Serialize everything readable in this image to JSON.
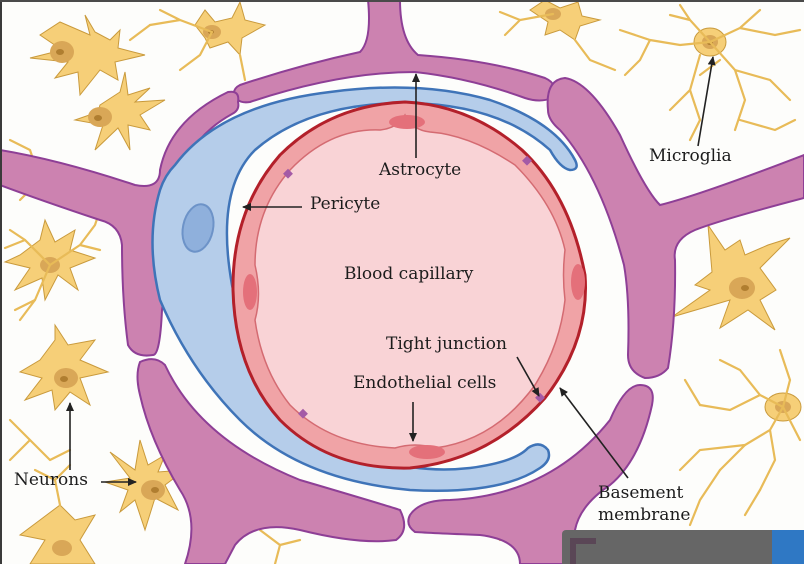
{
  "diagram": {
    "title": "Blood-brain barrier cross-section",
    "labels": {
      "astrocyte": "Astrocyte",
      "pericyte": "Pericyte",
      "blood_capillary": "Blood capillary",
      "tight_junction": "Tight junction",
      "endothelial_cells": "Endothelial cells",
      "microglia": "Microglia",
      "neurons": "Neurons",
      "basement_membrane_line1": "Basement",
      "basement_membrane_line2": "membrane"
    },
    "colors": {
      "background": "#fdfdfb",
      "astrocyte_fill": "#cc82b0",
      "astrocyte_stroke": "#8e3f96",
      "pericyte_fill": "#b5cdea",
      "pericyte_stroke": "#3f74b8",
      "pericyte_nucleus": "#8fb0dc",
      "capillary_lumen": "#f9d3d6",
      "endothelium_fill": "#f0a3a6",
      "endothelium_stroke": "#b3202a",
      "endothelial_nucleus": "#e4707a",
      "tight_junction": "#a45aa6",
      "neuron_fill": "#f6cf78",
      "neuron_stroke": "#c99a3c",
      "neuron_nucleus": "#d9a757",
      "arrow": "#222222",
      "bar_gray": "#666666",
      "bar_blue": "#2f78c4"
    }
  }
}
